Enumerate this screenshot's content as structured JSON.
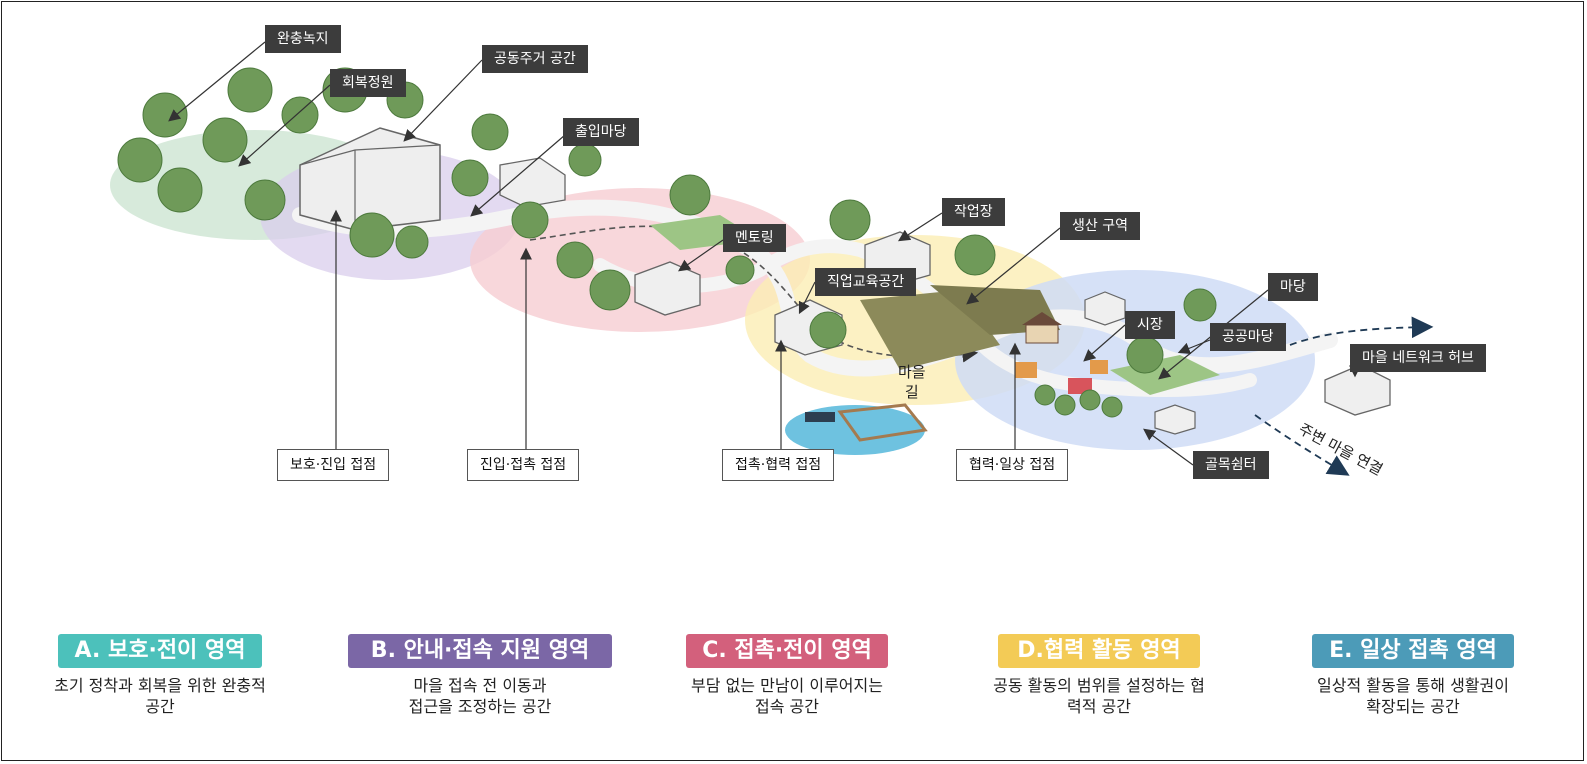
{
  "callouts": {
    "buffer_green": "완충녹지",
    "recovery_garden": "회복정원",
    "cohousing": "공동주거 공간",
    "entrance_yard": "출입마당",
    "mentoring": "멘토링",
    "workshop": "작업장",
    "production_area": "생산 구역",
    "vocational_space": "직업교육공간",
    "market": "시장",
    "yard": "마당",
    "public_yard": "공공마당",
    "network_hub": "마을 네트워크 허브",
    "alley_shelter": "골목쉼터"
  },
  "contact_points": {
    "protect_entry": "보호·진입 접점",
    "entry_contact": "진입·접촉 접점",
    "contact_coop": "접촉·협력 접점",
    "coop_daily": "협력·일상 접점"
  },
  "path_labels": {
    "village_road_1": "마을",
    "village_road_2": "길",
    "neighbor_link": "주변 마을 연결"
  },
  "zones": [
    {
      "title": "A. 보호·전이 영역",
      "desc_1": "초기 정착과 회복을 위한 완충적",
      "desc_2": "공간",
      "color": "#4cc1bb"
    },
    {
      "title": "B. 안내·접속 지원 영역",
      "desc_1": "마을 접속 전 이동과",
      "desc_2": "접근을 조정하는 공간",
      "color": "#7b67a6"
    },
    {
      "title": "C. 접촉·전이 영역",
      "desc_1": "부담 없는 만남이 이루어지는",
      "desc_2": "접속 공간",
      "color": "#d3607c"
    },
    {
      "title": "D.협력 활동 영역",
      "desc_1": "공동 활동의 범위를 설정하는 협",
      "desc_2": "력적 공간",
      "color": "#f3cb56"
    },
    {
      "title": "E. 일상 접촉 영역",
      "desc_1": "일상적 활동을 통해 생활권이",
      "desc_2": "확장되는 공간",
      "color": "#4c9bb8"
    }
  ]
}
